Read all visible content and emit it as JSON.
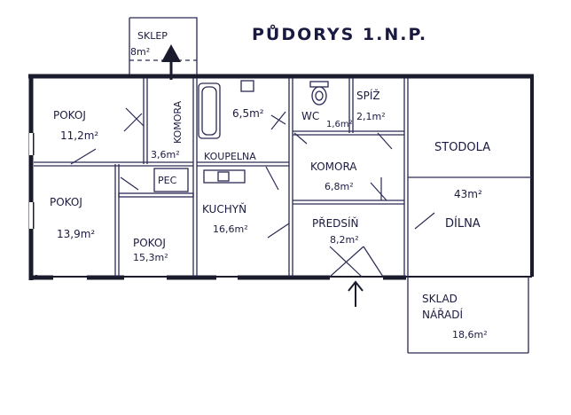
{
  "title": "PŮDORYS 1.N.P.",
  "rooms": {
    "sklep": {
      "name": "SKLEP",
      "area": "8m²"
    },
    "pokoj_nw": {
      "name": "POKOJ",
      "area": "11,2m²"
    },
    "komora_small": {
      "name": "KOMORA",
      "area": "3,6m²"
    },
    "koupelna": {
      "name": "KOUPELNA",
      "area": "6,5m²"
    },
    "wc": {
      "name": "WC",
      "area": "1,6m²"
    },
    "spiz": {
      "name": "SPÍŽ",
      "area": "2,1m²"
    },
    "stodola": {
      "name": "STODOLA",
      "area": "43m²"
    },
    "dilna": {
      "name": "DÍLNA"
    },
    "pec": {
      "name": "PEC"
    },
    "komora": {
      "name": "KOMORA",
      "area": "6,8m²"
    },
    "pokoj_w": {
      "name": "POKOJ",
      "area": "13,9m²"
    },
    "pokoj_s": {
      "name": "POKOJ",
      "area": "15,3m²"
    },
    "kuchyn": {
      "name": "KUCHYŇ",
      "area": "16,6m²"
    },
    "predsin": {
      "name": "PŘEDSÍŇ",
      "area": "8,2m²"
    },
    "sklad": {
      "name_line1": "SKLAD",
      "name_line2": "NÁŘADÍ",
      "area": "18,6m²"
    }
  },
  "colors": {
    "ink": "#1a1a40",
    "wall": "#1b1b2e"
  }
}
